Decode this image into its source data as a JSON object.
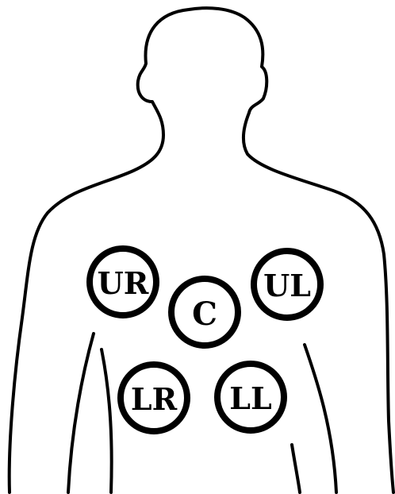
{
  "diagram": {
    "colors": {
      "outline": "#000000",
      "background": "#ffffff"
    },
    "markers": [
      {
        "id": "upper-right",
        "label": "UR"
      },
      {
        "id": "upper-left",
        "label": "UL"
      },
      {
        "id": "center",
        "label": "C"
      },
      {
        "id": "lower-right",
        "label": "LR"
      },
      {
        "id": "lower-left",
        "label": "LL"
      }
    ]
  }
}
